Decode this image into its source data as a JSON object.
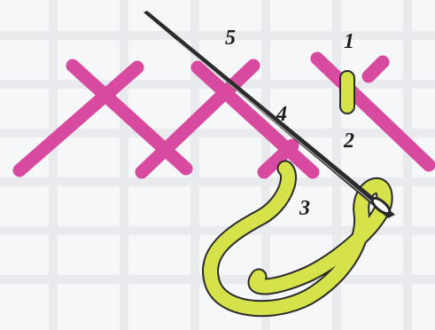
{
  "steps": {
    "s1": "1",
    "s2": "2",
    "s3": "3",
    "s4": "4",
    "s5": "5"
  },
  "colors": {
    "background": "#f6f7f8",
    "fabric_weave": "#e7e9ec",
    "cross_stitch": "#d84aa0",
    "thread": "#d6e24a",
    "thread_outline": "#2a2a2a",
    "needle": "#2b2b2b",
    "needle_highlight": "#bdbdbd",
    "label": "#1b1b1b"
  },
  "icons": {
    "needle": "sewing-needle-icon",
    "thread": "thread-loop-icon"
  }
}
